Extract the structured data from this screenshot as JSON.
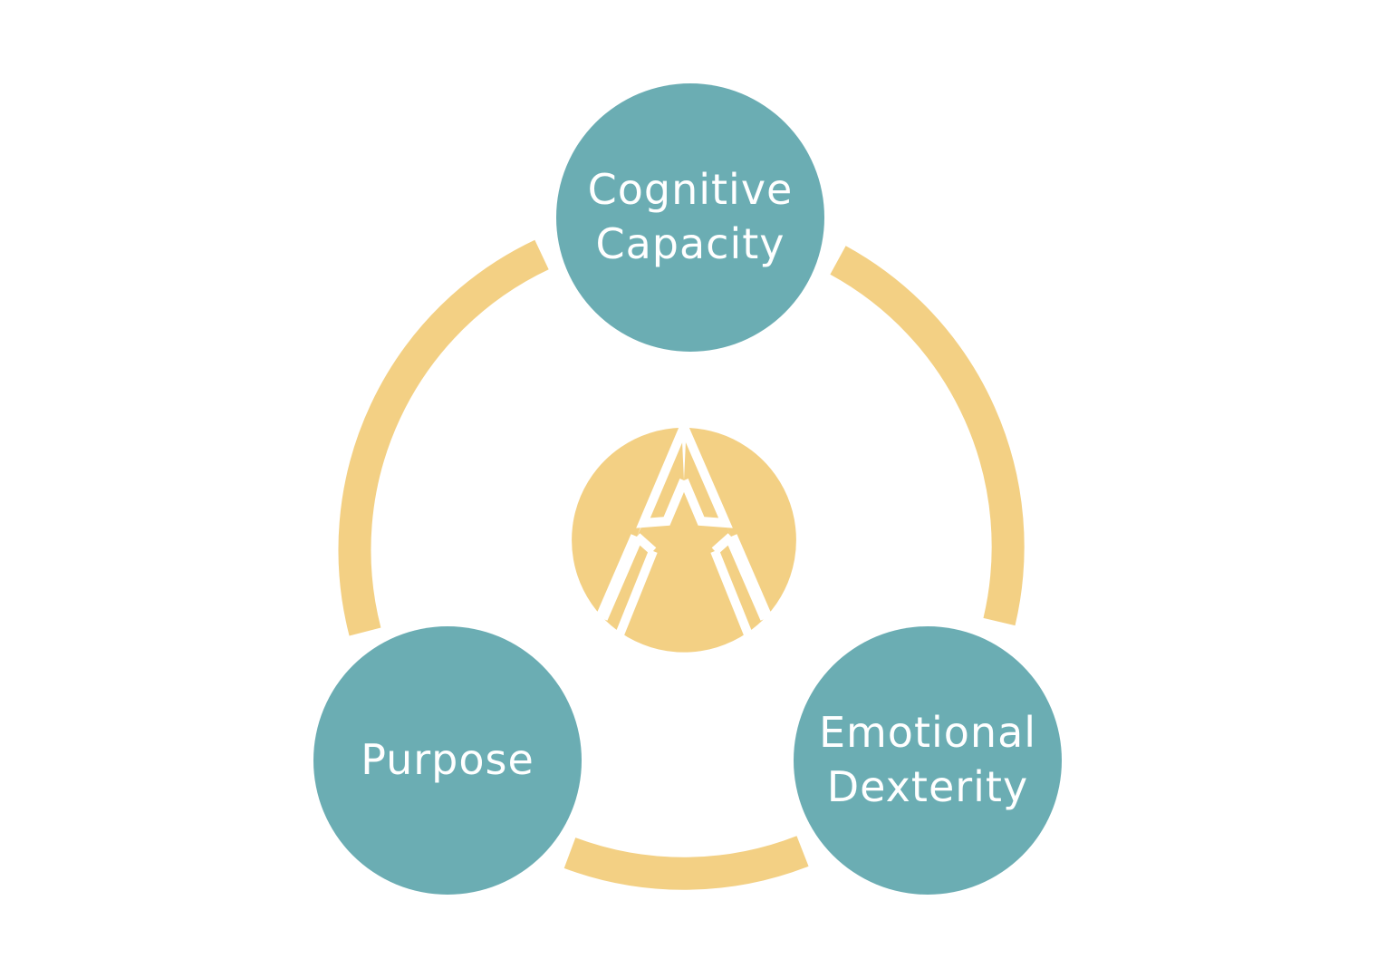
{
  "diagram": {
    "colors": {
      "node_fill": "#6badb3",
      "ring": "#f3d084",
      "label": "#ffffff",
      "background": "#ffffff"
    },
    "nodes": [
      {
        "id": "cognitive-capacity",
        "lines": [
          "Cognitive",
          "Capacity"
        ]
      },
      {
        "id": "purpose",
        "lines": [
          "Purpose"
        ]
      },
      {
        "id": "emotional-dexterity",
        "lines": [
          "Emotional",
          "Dexterity"
        ]
      }
    ],
    "center_logo": {
      "icon": "compass-a-logo"
    }
  }
}
